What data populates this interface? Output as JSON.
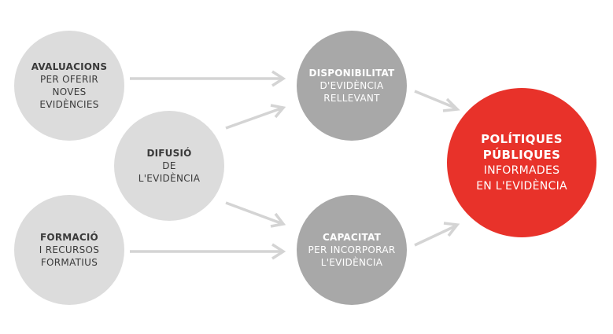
{
  "nodes": {
    "avaluacions": {
      "title": "AVALUACIONS",
      "lines": [
        "PER OFERIR",
        "NOVES",
        "EVIDÈNCIES"
      ]
    },
    "difusio": {
      "title": "DIFUSIÓ",
      "lines": [
        "DE",
        "L'EVIDÈNCIA"
      ]
    },
    "formacio": {
      "title": "FORMACIÓ",
      "lines": [
        "I RECURSOS",
        "FORMATIUS"
      ]
    },
    "disponibilitat": {
      "title": "DISPONIBILITAT",
      "lines": [
        "D'EVIDÈNCIA",
        "RELLEVANT"
      ]
    },
    "capacitat": {
      "title": "CAPACITAT",
      "lines": [
        "PER INCORPORAR",
        "L'EVIDÈNCIA"
      ]
    },
    "politiques": {
      "title_lines": [
        "POLÍTIQUES",
        "PÚBLIQUES"
      ],
      "lines": [
        "INFORMADES",
        "EN L'EVIDÈNCIA"
      ]
    }
  },
  "colors": {
    "light_circle": "#dcdcdc",
    "mid_circle": "#a8a8a8",
    "accent": "#e8322a",
    "arrow": "#d4d4d4"
  }
}
